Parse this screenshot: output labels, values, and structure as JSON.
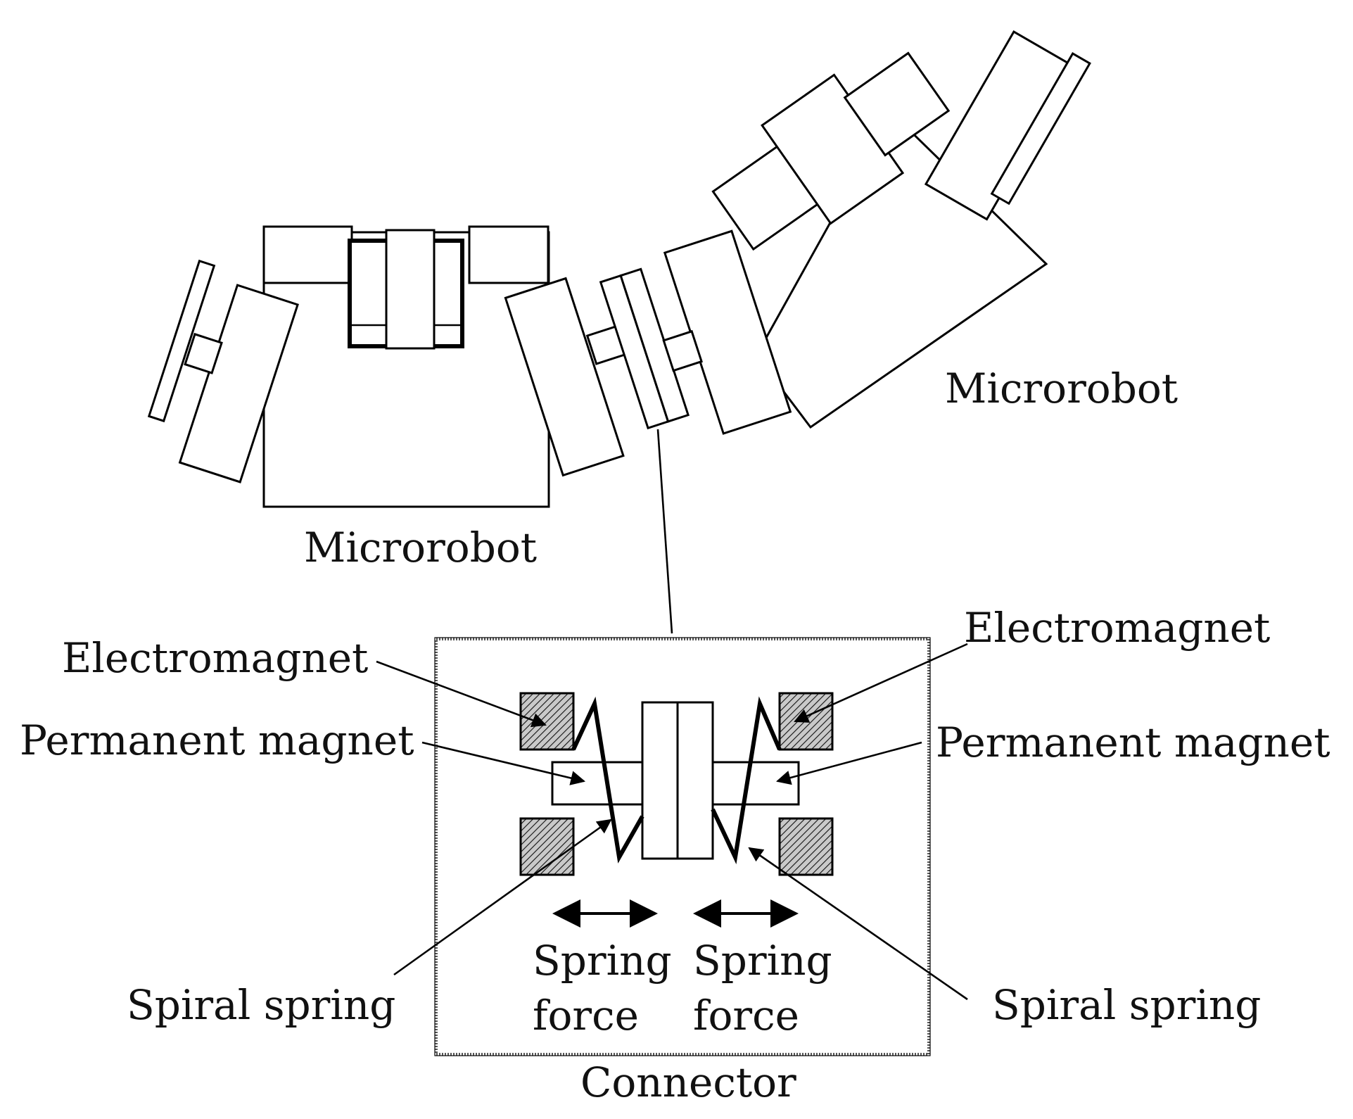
{
  "labels": {
    "microrobot_left": "Microrobot",
    "microrobot_right": "Microrobot",
    "electromagnet_left": "Electromagnet",
    "electromagnet_right": "Electromagnet",
    "permanent_magnet_left": "Permanent magnet",
    "permanent_magnet_right": "Permanent magnet",
    "spiral_spring_left": "Spiral spring",
    "spiral_spring_right": "Spiral spring",
    "spring_force_left_1": "Spring",
    "spring_force_left_2": "force",
    "spring_force_right_1": "Spring",
    "spring_force_right_2": "force",
    "connector": "Connector"
  }
}
